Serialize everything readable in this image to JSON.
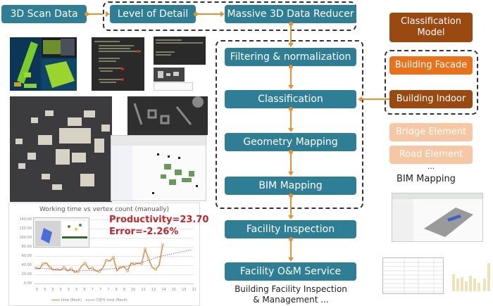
{
  "flow": {
    "scan_data": "3D Scan Data",
    "level_of_detail": "Level of Detail",
    "data_reducer": "Massive 3D Data Reducer",
    "filtering": "Filtering & normalization",
    "classification": "Classification",
    "geometry_mapping": "Geometry Mapping",
    "bim_mapping": "BIM Mapping",
    "facility_inspection": "Facility Inspection",
    "facility_om": "Facility O&M Service",
    "footer_line1": "Building Facility Inspection",
    "footer_line2": "& Management ..."
  },
  "classification_model": {
    "title_line1": "Classification",
    "title_line2": "Model",
    "building_facade": "Building Facade",
    "building_indoor": "Building Indoor",
    "bridge_element": "Bridge Element",
    "road_element": "Road Element",
    "ellipsis": "...",
    "bim_mapping_label": "BIM Mapping"
  },
  "colors": {
    "teal": "#2e7e95",
    "brown": "#9a4a10",
    "orange": "#e8711c",
    "peach": "#f6c7a2",
    "connector": "#e8922e",
    "annotation_red": "#c0282d"
  },
  "chart_data": {
    "type": "line",
    "title": "Working time vs vertex count (manually)",
    "xlabel": "",
    "ylabel": "",
    "ylim": [
      0,
      140
    ],
    "yticks": [
      "0.00",
      "20.00",
      "40.00",
      "60.00",
      "80.00",
      "100.00",
      "120.00",
      "140.00"
    ],
    "x_tick_labels": [
      "5",
      "5",
      "5",
      "5",
      "5",
      "5",
      "5",
      "7",
      "7",
      "7",
      "9",
      "9",
      "10",
      "11",
      "13",
      "14",
      "15",
      "15",
      "21"
    ],
    "series": [
      {
        "name": "time (Revit)",
        "style": "line-marker",
        "values": [
          43,
          41,
          55,
          57,
          44,
          36,
          37,
          35,
          44,
          33,
          40,
          30,
          31,
          49,
          57,
          40,
          43,
          34,
          33,
          43,
          67,
          66,
          76,
          38,
          48,
          50,
          36,
          62,
          60,
          62,
          59,
          105,
          75,
          48,
          42,
          55,
          118
        ]
      },
      {
        "name": "다항식 (time (Revit))",
        "style": "dotted-trend",
        "values": [
          44,
          42,
          40,
          40,
          41,
          45,
          52,
          62,
          72,
          82
        ]
      }
    ],
    "annotations": [
      "Productivity=23.70",
      "Error=-2.26%"
    ],
    "legend_position": "bottom",
    "grid": true
  },
  "chart": {
    "title": "Working time vs vertex count (manually)",
    "productivity": "Productivity=23.70",
    "error": "Error=-2.26%",
    "legend_series": "time (Revit)",
    "legend_trend": "다항식 time (Revit)",
    "yticks": [
      "140.00",
      "120.00",
      "100.00",
      "80.00",
      "60.00",
      "40.00",
      "20.00",
      "0.00"
    ]
  }
}
